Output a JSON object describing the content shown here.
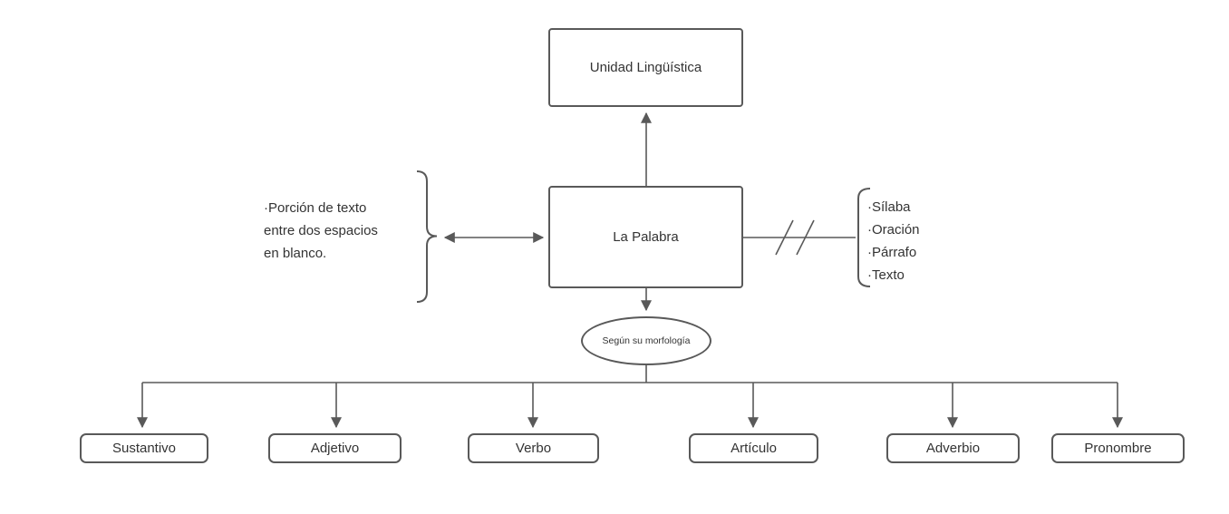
{
  "diagram": {
    "nodes": {
      "top": "Unidad Lingüística",
      "center": "La Palabra",
      "ellipse": "Según su morfología"
    },
    "left_note": {
      "lines": [
        "·Porción de texto",
        "entre dos espacios",
        "en blanco."
      ]
    },
    "right_list": {
      "items": [
        "·Sílaba",
        "·Oración",
        "·Párrafo",
        "·Texto"
      ]
    },
    "bottom_nodes": [
      "Sustantivo",
      "Adjetivo",
      "Verbo",
      "Artículo",
      "Adverbio",
      "Pronombre"
    ],
    "colors": {
      "stroke": "#595959",
      "text": "#333333",
      "background": "#ffffff"
    }
  }
}
